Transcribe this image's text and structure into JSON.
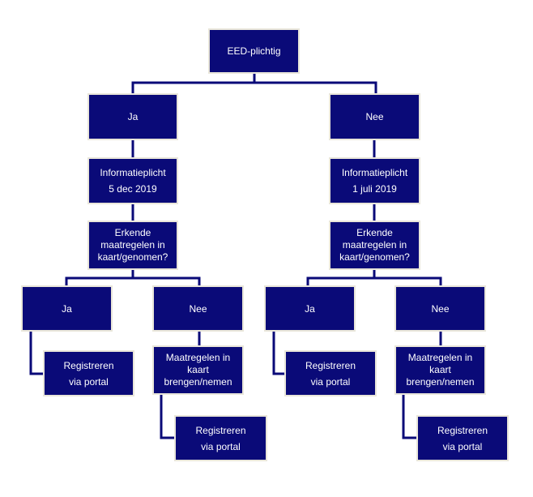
{
  "nodes": {
    "root": "EED-plichtig",
    "left_answer": "Ja",
    "right_answer": "Nee",
    "left_info": "Informatieplicht\n5 dec 2019",
    "right_info": "Informatieplicht\n1 juli 2019",
    "left_question": "Erkende\nmaatregelen in\nkaart/genomen?",
    "right_question": "Erkende\nmaatregelen in\nkaart/genomen?",
    "ll_answer": "Ja",
    "lr_answer": "Nee",
    "rl_answer": "Ja",
    "rr_answer": "Nee",
    "ll_action": "Registreren\nvia portal",
    "lr_action": "Maatregelen in\nkaart\nbrengen/nemen",
    "lr_register": "Registreren\nvia portal",
    "rl_action": "Registreren\nvia portal",
    "rr_action": "Maatregelen in\nkaart\nbrengen/nemen",
    "rr_register": "Registreren\nvia portal"
  },
  "colors": {
    "box_fill": "#0a0a78",
    "box_border": "#e9e6da",
    "connector": "#0a0a78",
    "text": "#ffffff"
  }
}
